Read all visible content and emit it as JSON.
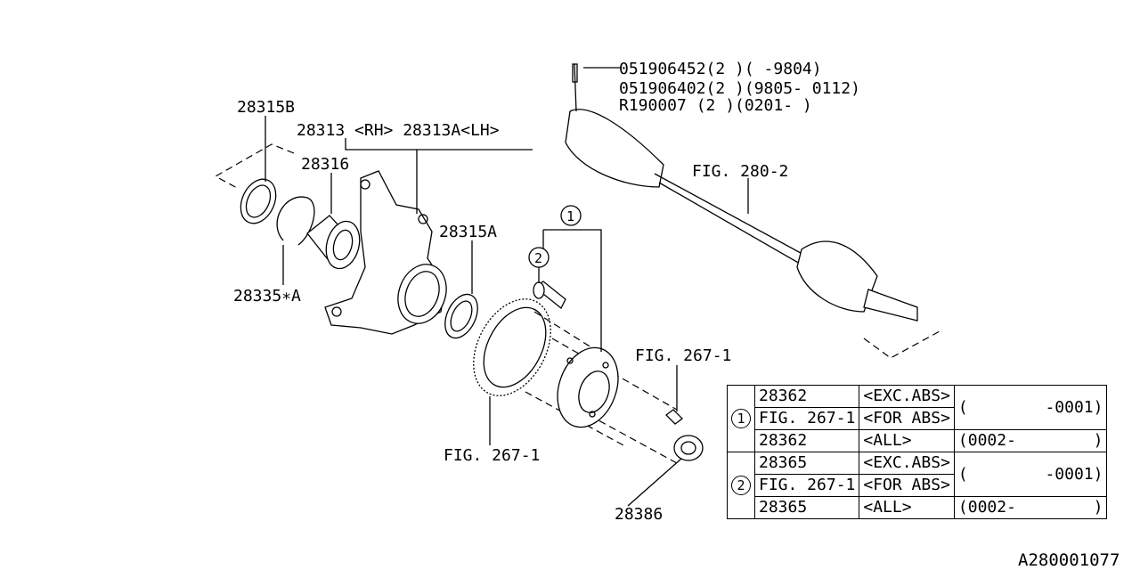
{
  "labels": {
    "p28315b": "28315B",
    "p28313": "28313 <RH> 28313A<LH>",
    "p28316": "28316",
    "p28315a": "28315A",
    "p28335": "28335∗A",
    "fig280": "FIG. 280-2",
    "fig267_right": "FIG. 267-1",
    "fig267_bottom": "FIG. 267-1",
    "p28386": "28386",
    "ref1": "1",
    "ref2": "2",
    "pin_lines": [
      "051906452(2 )(    -9804)",
      "051906402(2 )(9805- 0112)",
      "R190007   (2 )(0201-    )"
    ]
  },
  "table": {
    "groups": [
      {
        "ref": "1",
        "rows": [
          {
            "part": "28362",
            "spec": "<EXC.ABS>"
          },
          {
            "part": "FIG. 267-1",
            "spec": "<FOR ABS>"
          },
          {
            "part": "28362",
            "spec": "<ALL>"
          }
        ],
        "range_a": "(        -0001)",
        "range_b": "(0002-        )"
      },
      {
        "ref": "2",
        "rows": [
          {
            "part": "28365",
            "spec": "<EXC.ABS>"
          },
          {
            "part": "FIG. 267-1",
            "spec": "<FOR ABS>"
          },
          {
            "part": "28365",
            "spec": "<ALL>"
          }
        ],
        "range_a": "(        -0001)",
        "range_b": "(0002-        )"
      }
    ]
  },
  "diagram_code": "A280001077"
}
